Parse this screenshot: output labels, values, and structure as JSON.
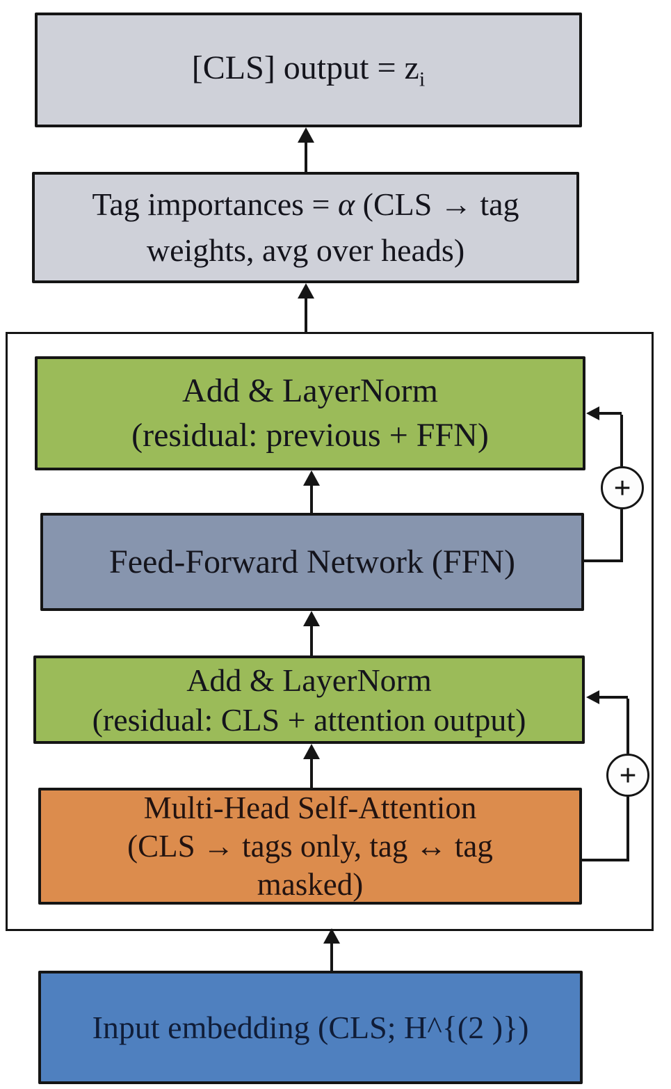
{
  "diagram": {
    "output_box": {
      "text": "[CLS] output = z",
      "subscript": "i"
    },
    "importance_box": {
      "line1_prefix": "Tag importances = ",
      "alpha": "α",
      "line1_suffix": " (CLS → tag",
      "line2": "weights, avg over heads)"
    },
    "encoder": {
      "addnorm_top": {
        "line1": "Add & LayerNorm",
        "line2": "(residual: previous + FFN)"
      },
      "ffn": {
        "label": "Feed-Forward Network (FFN)"
      },
      "addnorm_bottom": {
        "line1": "Add & LayerNorm",
        "line2": "(residual: CLS + attention output)"
      },
      "attention": {
        "line1": "Multi-Head Self-Attention",
        "line2": "(CLS → tags only, tag ↔ tag",
        "line3": "masked)"
      },
      "plus_top": "+",
      "plus_bottom": "+"
    },
    "input_box": {
      "label": "Input embedding (CLS; H^{(2 )})"
    },
    "colors": {
      "box_gray": "#cfd1d9",
      "box_green": "#9bbb59",
      "box_slate": "#8795ae",
      "box_orange": "#dc8c4d",
      "box_blue": "#4f80bf",
      "line": "#151515"
    }
  }
}
